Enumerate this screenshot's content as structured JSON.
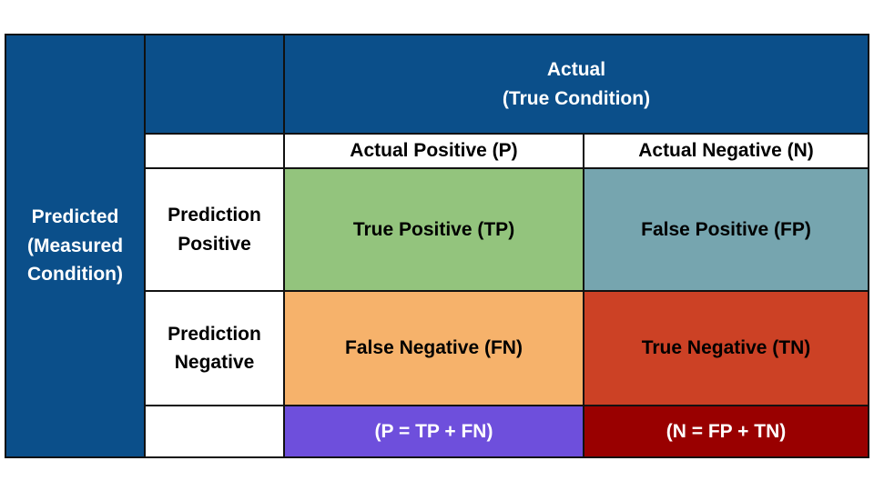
{
  "matrix": {
    "row_title": "Predicted\n(Measured\nCondition)",
    "col_title": "Actual\n(True Condition)",
    "col_headers": {
      "positive": "Actual Positive (P)",
      "negative": "Actual Negative (N)"
    },
    "row_headers": {
      "positive": "Prediction\nPositive",
      "negative": "Prediction\nNegative"
    },
    "cells": {
      "tp": "True Positive (TP)",
      "fp": "False Positive (FP)",
      "fn": "False Negative (FN)",
      "tn": "True Negative (TN)"
    },
    "sums": {
      "p": "(P = TP + FN)",
      "n": "(N = FP + TN)"
    }
  },
  "colors": {
    "header_blue": "#0b4f8a",
    "true_positive": "#93c47d",
    "false_positive": "#76a5af",
    "false_negative": "#f6b26b",
    "true_negative": "#cc4125",
    "p_sum": "#6e4fdc",
    "n_sum": "#990000"
  }
}
